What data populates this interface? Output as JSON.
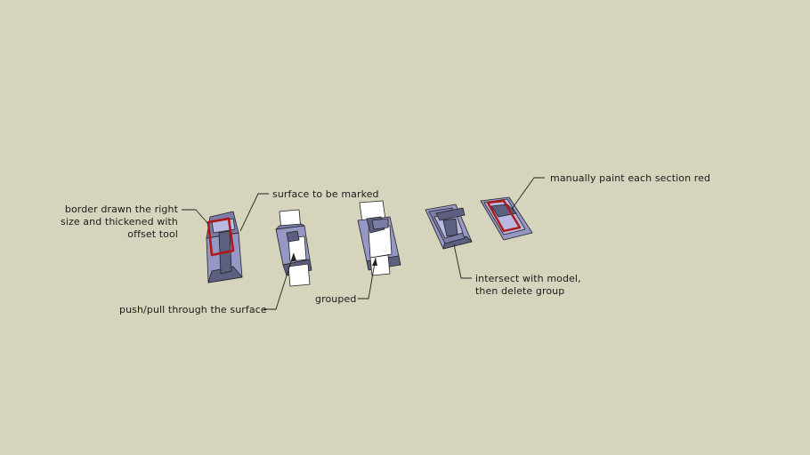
{
  "annotations": {
    "border": [
      "border drawn the right",
      "size and thickened with",
      "offset tool"
    ],
    "surface": "surface to be marked",
    "pushpull": "push/pull through the surface",
    "grouped": "grouped",
    "intersect": [
      "intersect with model,",
      "then delete group"
    ],
    "paint": "manually paint each section red"
  },
  "colors": {
    "background": "#d6d4bd",
    "face_light": "#b7b9e0",
    "face_mid": "#9597c4",
    "face_dark": "#5d5f80",
    "edge": "#222222",
    "marker_red": "#b01818",
    "white_face": "#ffffff"
  }
}
